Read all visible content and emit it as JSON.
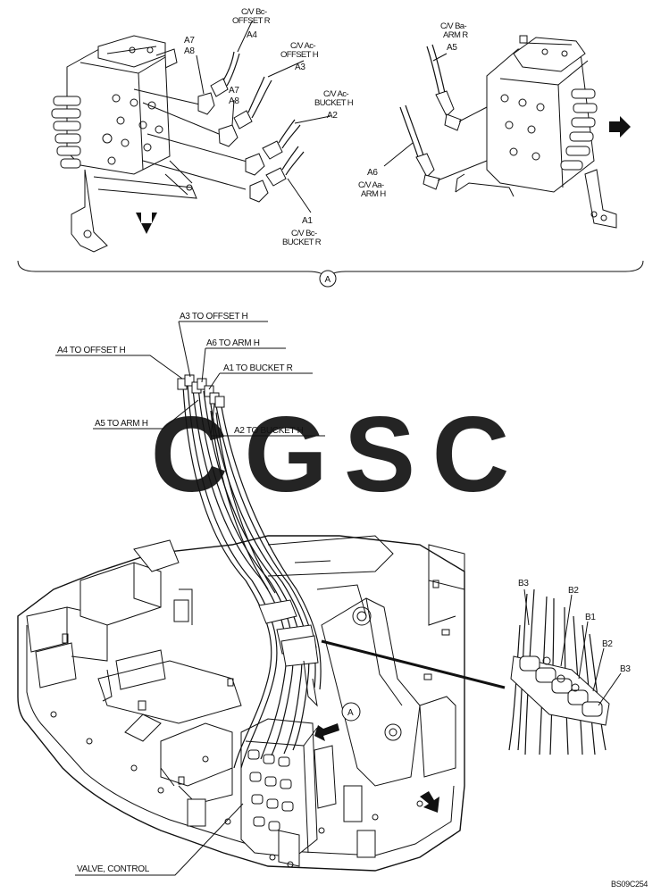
{
  "detail_a_labels": {
    "cv_b_offset": "C/V Bc-",
    "cv_b_offset_2": "OFFSET R",
    "a4": "A4",
    "a7_top": "A7",
    "a8_top": "A8",
    "cv_a_offset": "C/V Ac-",
    "cv_a_offset_2": "OFFSET H",
    "a3": "A3",
    "a7_mid": "A7",
    "a8_mid": "A8",
    "cv_a_bucket": "C/V Ac-",
    "cv_a_bucket_2": "BUCKET H",
    "a2": "A2",
    "a1": "A1",
    "cv_b_bucket": "C/V Bc-",
    "cv_b_bucket_2": "BUCKET R",
    "cv_b_arm": "C/V Ba-",
    "cv_b_arm_2": "ARM R",
    "a5": "A5",
    "a6": "A6",
    "cv_a_arm": "C/V Aa-",
    "cv_a_arm_2": "ARM H"
  },
  "section_marker": "A",
  "main_labels": {
    "a3_to_offset": "A3  TO OFFSET H",
    "a4_to_offset": "A4  TO OFFSET H",
    "a6_to_arm": "A6  TO ARM H",
    "a1_to_bucket": "A1  TO BUCKET R",
    "a5_to_arm": "A5  TO ARM H",
    "a2_to_bucket": "A2  TO BUCKET H",
    "valve_control": "VALVE, CONTROL",
    "circle_a": "A"
  },
  "detail_b_labels": {
    "b3_left": "B3",
    "b2_top": "B2",
    "b1": "B1",
    "b2_right": "B2",
    "b3_right": "B3"
  },
  "watermark": {
    "letters": [
      "C",
      "G",
      "S",
      "C"
    ],
    "colors": [
      "#6ea7f0",
      "#f28b82",
      "#fbd46d",
      "#81c995"
    ]
  },
  "figure_code": "BS09C254"
}
